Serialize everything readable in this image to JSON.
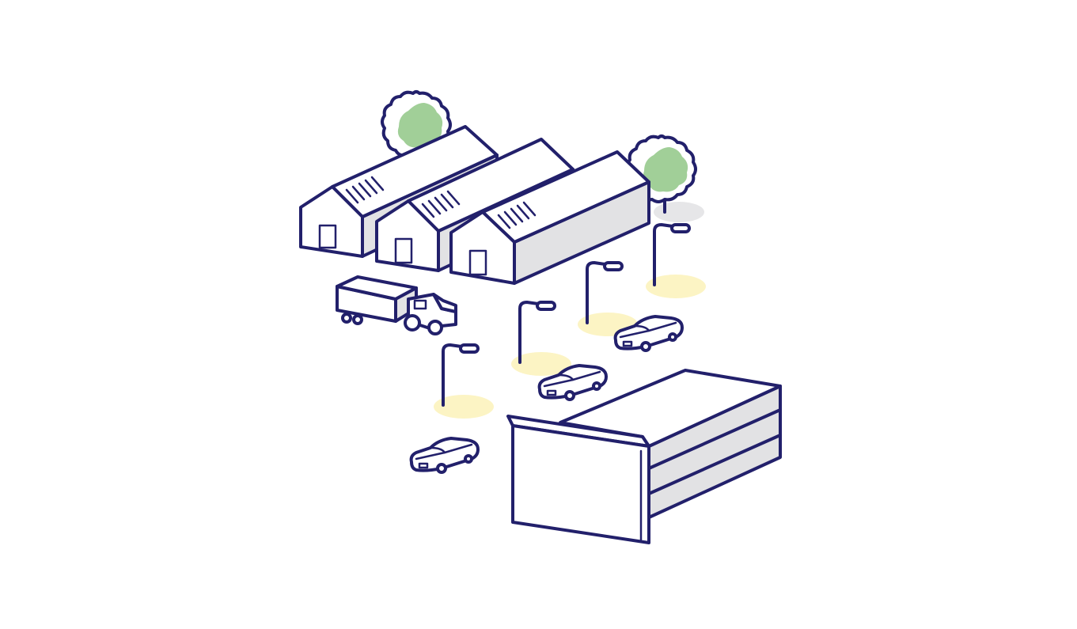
{
  "scene": {
    "kind": "isometric industrial park illustration",
    "colors": {
      "outline": "#22206b",
      "roof_fill": "#ffffff",
      "wall_shade": "#e2e2e4",
      "tree_leaf": "#a1cf98",
      "lamp_glow": "#fcf4c4",
      "shadow": "#e6e6e8",
      "background": "#ffffff"
    },
    "objects": {
      "warehouses": 3,
      "trees": 2,
      "truck": 1,
      "cars": 3,
      "street_lamps": 4,
      "large_building": 1
    }
  }
}
